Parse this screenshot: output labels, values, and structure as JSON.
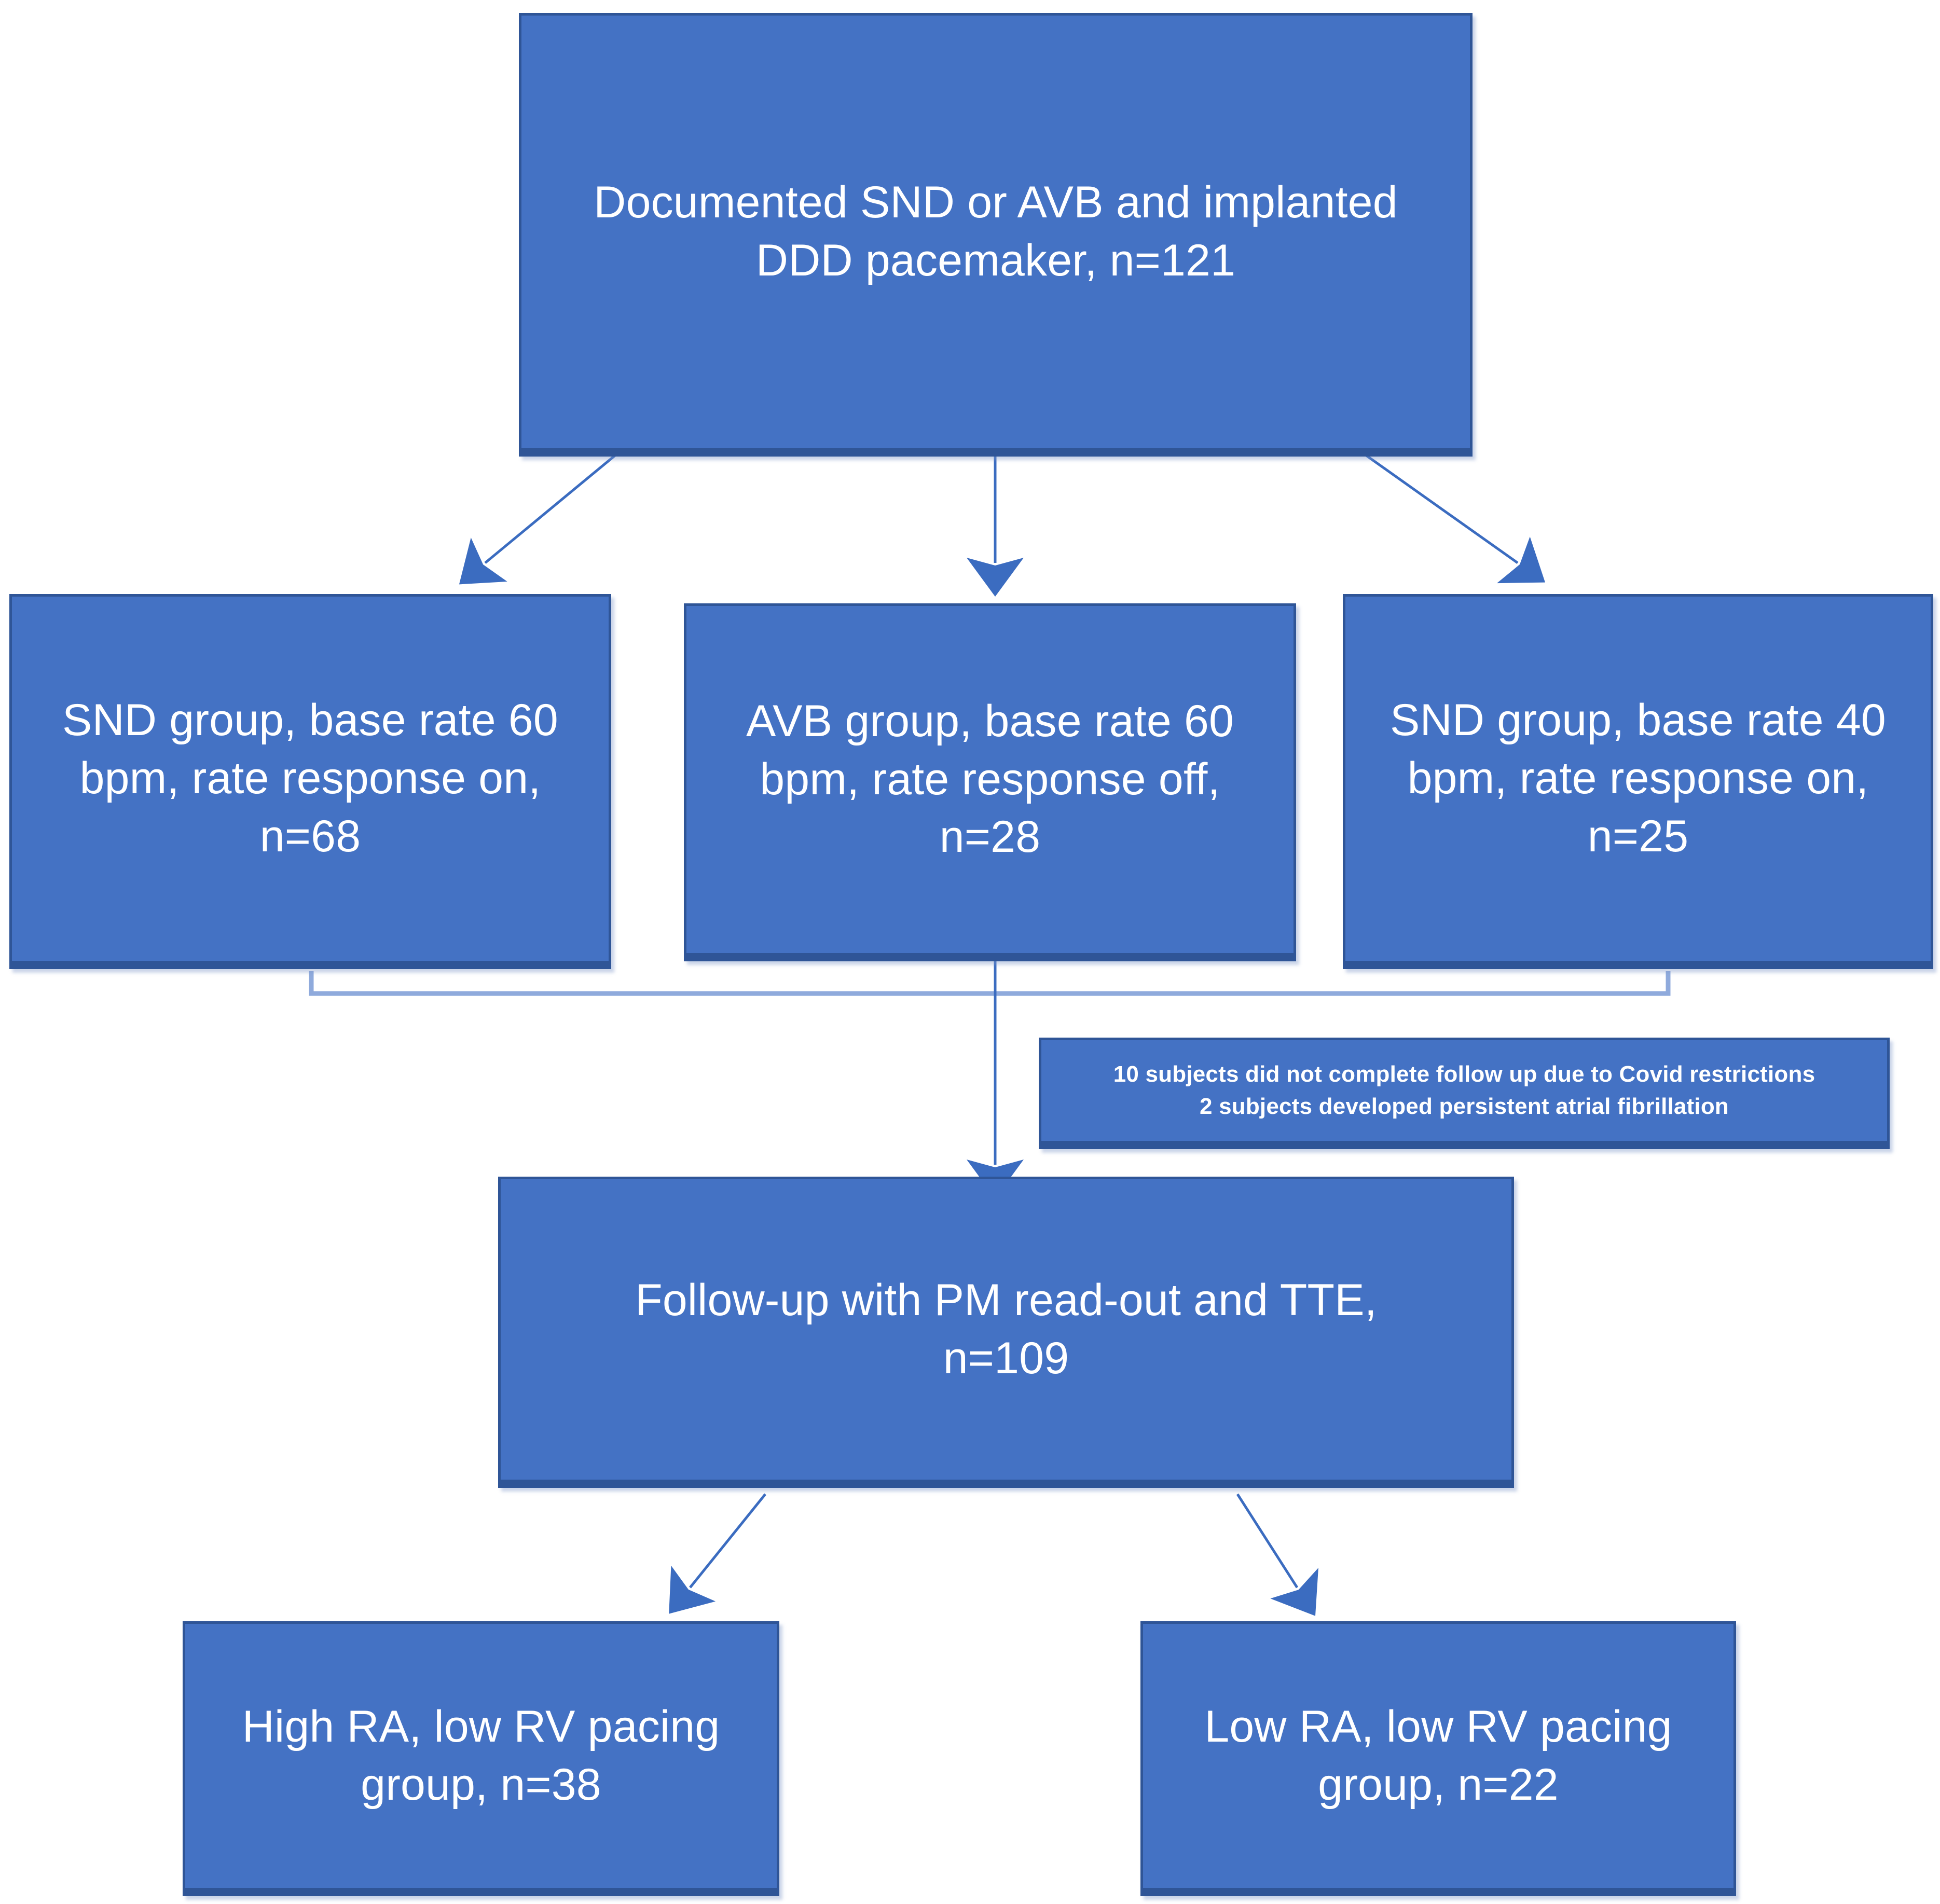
{
  "diagram": {
    "title": "Study enrollment and follow-up flow chart",
    "type": "flowchart",
    "colors": {
      "node_fill": "#4472C4",
      "node_border": "#2F5597",
      "node_text": "#FFFFFF",
      "connector": "#4472C4",
      "bracket": "#8FAADC",
      "background": "#FFFFFF"
    },
    "nodes": {
      "enrollment": {
        "label": "Documented SND or AVB and implanted\nDDD pacemaker, n=121",
        "n": 121
      },
      "group_snd60": {
        "label": "SND group, base rate 60\nbpm, rate response on,\nn=68",
        "n": 68
      },
      "group_avb60": {
        "label": "AVB group, base rate 60\nbpm, rate response off,\nn=28",
        "n": 28
      },
      "group_snd40": {
        "label": "SND group, base rate 40\nbpm, rate response on,\nn=25",
        "n": 25
      },
      "exclusions": {
        "label": "10 subjects did not complete follow up due to Covid restrictions\n2 subjects developed persistent atrial fibrillation",
        "line1": "10 subjects did not complete follow up due to Covid restrictions",
        "line2": "2 subjects developed persistent atrial fibrillation"
      },
      "followup": {
        "label": "Follow-up with PM read-out and TTE,\nn=109",
        "n": 109
      },
      "high_ra": {
        "label": "High RA, low RV pacing\ngroup, n=38",
        "n": 38
      },
      "low_ra": {
        "label": "Low RA, low RV pacing\ngroup, n=22",
        "n": 22
      }
    },
    "edges": [
      {
        "from": "enrollment",
        "to": "group_snd60",
        "style": "arrow"
      },
      {
        "from": "enrollment",
        "to": "group_avb60",
        "style": "arrow"
      },
      {
        "from": "enrollment",
        "to": "group_snd40",
        "style": "arrow"
      },
      {
        "from": "group_snd60",
        "to": "followup",
        "style": "bracket-merge"
      },
      {
        "from": "group_avb60",
        "to": "followup",
        "style": "bracket-merge"
      },
      {
        "from": "group_snd40",
        "to": "followup",
        "style": "bracket-merge"
      },
      {
        "from": "followup",
        "to": "high_ra",
        "style": "arrow"
      },
      {
        "from": "followup",
        "to": "low_ra",
        "style": "arrow"
      }
    ]
  }
}
